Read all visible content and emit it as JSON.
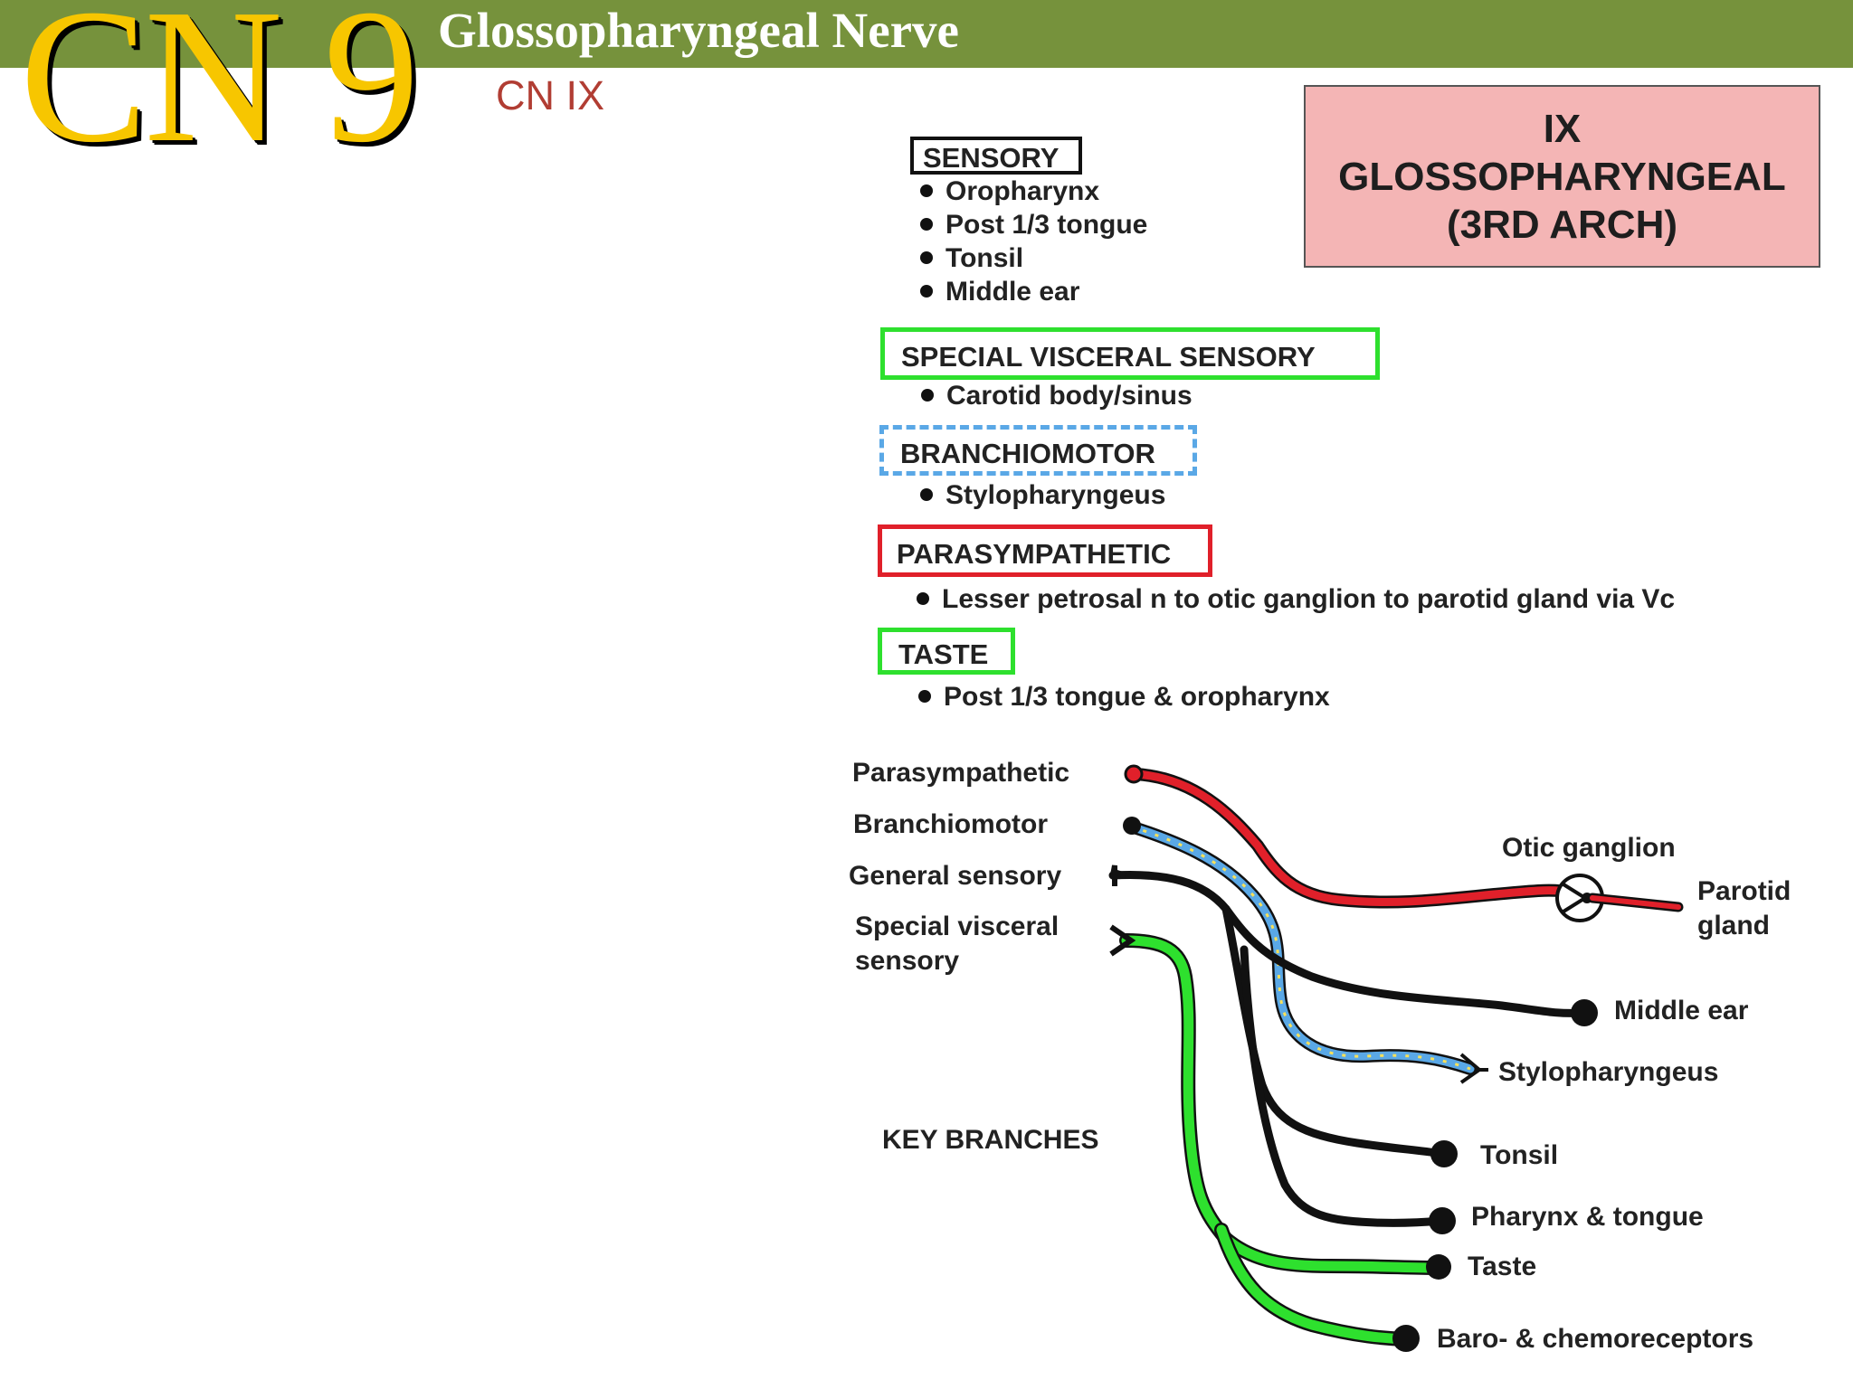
{
  "header": {
    "big_title": "CN 9",
    "title": "Glossopharyngeal  Nerve",
    "subtitle": "CN IX"
  },
  "arch_box": {
    "line1": "IX",
    "line2": "GLOSSOPHARYNGEAL",
    "line3": "(3RD ARCH)"
  },
  "functions": {
    "sensory": {
      "heading": "SENSORY",
      "items": [
        "Oropharynx",
        "Post 1/3 tongue",
        "Tonsil",
        "Middle ear"
      ]
    },
    "special_visceral_sensory": {
      "heading": "SPECIAL VISCERAL SENSORY",
      "items": [
        "Carotid body/sinus"
      ]
    },
    "branchiomotor": {
      "heading": "BRANCHIOMOTOR",
      "items": [
        "Stylopharyngeus"
      ]
    },
    "parasympathetic": {
      "heading": "PARASYMPATHETIC",
      "items": [
        "Lesser petrosal n to otic ganglion to parotid gland via Vc"
      ]
    },
    "taste": {
      "heading": "TASTE",
      "items": [
        "Post 1/3 tongue &  oropharynx"
      ]
    }
  },
  "branches": {
    "key_label": "KEY BRANCHES",
    "inputs": {
      "parasympathetic": "Parasympathetic",
      "branchiomotor": "Branchiomotor",
      "general_sensory": "General sensory",
      "special_visceral_line1": "Special visceral",
      "special_visceral_line2": "sensory"
    },
    "outputs": {
      "otic_ganglion": "Otic ganglion",
      "parotid_line1": "Parotid",
      "parotid_line2": "gland",
      "middle_ear": "Middle ear",
      "stylopharyngeus": "Stylopharyngeus",
      "tonsil": "Tonsil",
      "pharynx_tongue": "Pharynx & tongue",
      "taste": "Taste",
      "baro": "Baro- & chemoreceptors"
    }
  },
  "colors": {
    "header_bar": "#76923c",
    "big_title": "#f7c600",
    "subtitle": "#b13d33",
    "arch_box": "#f4b5b5",
    "parasympathetic": "#e0202a",
    "branchiomotor": "#5aa8e6",
    "special_visceral": "#2ee02e",
    "general_sensory": "#111111"
  }
}
